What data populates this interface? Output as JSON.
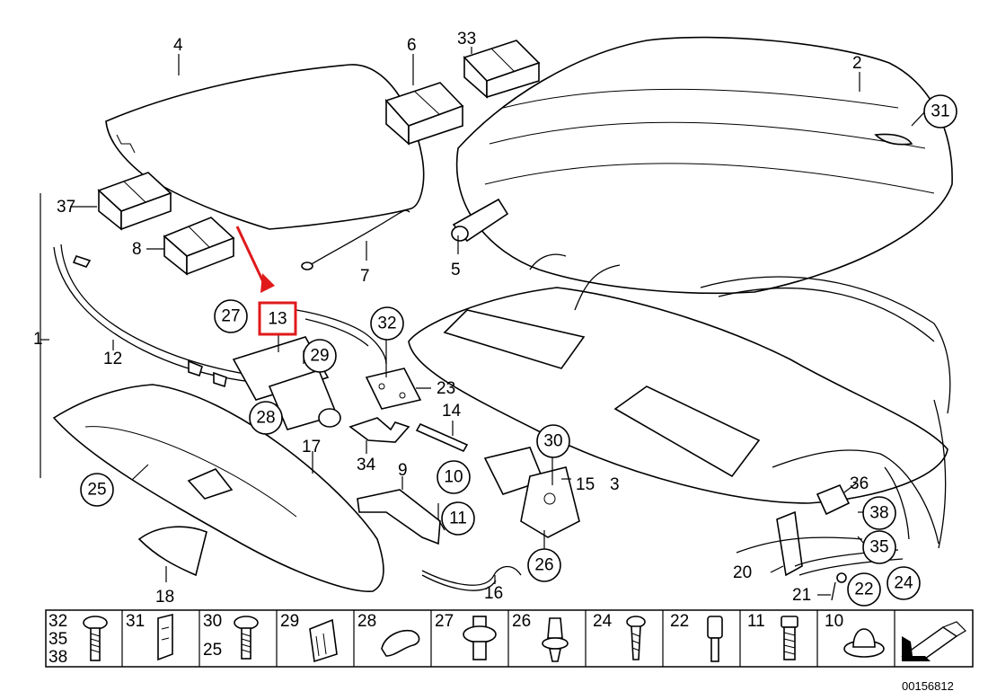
{
  "diagram": {
    "reference_number": "00156812",
    "highlighted_callout": "13",
    "highlight_color": "#e0191b",
    "callouts": {
      "c1": "1",
      "c2": "2",
      "c3": "3",
      "c4": "4",
      "c5": "5",
      "c6": "6",
      "c7": "7",
      "c8": "8",
      "c9": "9",
      "c10": "10",
      "c11": "11",
      "c12": "12",
      "c13": "13",
      "c14": "14",
      "c15": "15",
      "c16": "16",
      "c17": "17",
      "c18": "18",
      "c20": "20",
      "c21": "21",
      "c22": "22",
      "c23": "23",
      "c24": "24",
      "c25": "25",
      "c26": "26",
      "c27": "27",
      "c28": "28",
      "c29": "29",
      "c30": "30",
      "c31": "31",
      "c32": "32",
      "c33": "33",
      "c34": "34",
      "c35": "35",
      "c36": "36",
      "c37": "37",
      "c38": "38"
    },
    "hardware_strip": [
      {
        "labels": [
          "32",
          "35",
          "38"
        ],
        "icon": "bolt-icon"
      },
      {
        "labels": [
          "31"
        ],
        "icon": "clip-icon"
      },
      {
        "labels": [
          "30",
          "25"
        ],
        "icon": "screw-icon"
      },
      {
        "labels": [
          "29"
        ],
        "icon": "bracket-clip-icon"
      },
      {
        "labels": [
          "28"
        ],
        "icon": "cable-clip-icon"
      },
      {
        "labels": [
          "27"
        ],
        "icon": "spacer-icon"
      },
      {
        "labels": [
          "26"
        ],
        "icon": "expansion-rivet-icon"
      },
      {
        "labels": [
          "24"
        ],
        "icon": "countersunk-screw-icon"
      },
      {
        "labels": [
          "22"
        ],
        "icon": "stud-icon"
      },
      {
        "labels": [
          "11"
        ],
        "icon": "socket-screw-icon"
      },
      {
        "labels": [
          "10"
        ],
        "icon": "grommet-icon"
      },
      {
        "labels": [],
        "icon": "direction-arrow-icon"
      }
    ]
  }
}
